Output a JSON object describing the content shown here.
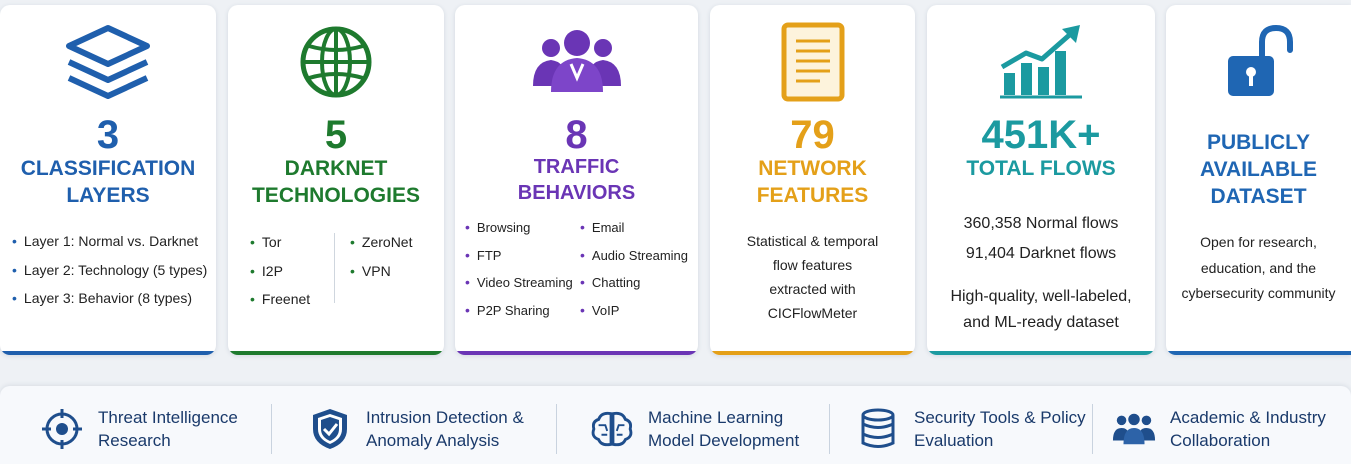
{
  "cards": [
    {
      "icon": "layers-icon",
      "value": "3",
      "caption": [
        "CLASSIFICATION",
        "LAYERS"
      ],
      "items": [
        "Layer 1: Normal vs. Darknet",
        "Layer 2: Technology (5 types)",
        "Layer 3: Behavior (8 types)"
      ],
      "color": "#1f5fad"
    },
    {
      "icon": "globe-icon",
      "value": "5",
      "caption": [
        "DARKNET",
        "TECHNOLOGIES"
      ],
      "items_left": [
        "Tor",
        "I2P",
        "Freenet"
      ],
      "items_right": [
        "ZeroNet",
        "VPN"
      ],
      "color": "#1e7a2e"
    },
    {
      "icon": "users-icon",
      "value": "8",
      "caption": [
        "TRAFFIC",
        "BEHAVIORS"
      ],
      "items_left": [
        "Browsing",
        "FTP",
        "Video Streaming",
        "P2P Sharing"
      ],
      "items_right": [
        "Email",
        "Audio Streaming",
        "Chatting",
        "VoIP"
      ],
      "color": "#6a35b5"
    },
    {
      "icon": "document-icon",
      "value": "79",
      "caption": [
        "NETWORK",
        "FEATURES"
      ],
      "desc": [
        "Statistical & temporal",
        "flow features",
        "extracted with",
        "CICFlowMeter"
      ],
      "color": "#e4a019"
    },
    {
      "icon": "growth-chart-icon",
      "value": "451K+",
      "caption": [
        "TOTAL FLOWS"
      ],
      "desc_top": [
        "360,358 Normal flows",
        "91,404 Darknet flows"
      ],
      "desc_bottom": [
        "High-quality, well-labeled,",
        "and ML-ready dataset"
      ],
      "color": "#1b9aa0"
    },
    {
      "icon": "unlock-icon",
      "caption": [
        "PUBLICLY",
        "AVAILABLE",
        "DATASET"
      ],
      "desc": [
        "Open for research,",
        "education, and the",
        "cybersecurity community"
      ],
      "color": "#1f66b3"
    }
  ],
  "use_cases": [
    {
      "icon": "target-icon",
      "lines": [
        "Threat Intelligence",
        "Research"
      ]
    },
    {
      "icon": "shield-check-icon",
      "lines": [
        "Intrusion Detection &",
        "Anomaly Analysis"
      ]
    },
    {
      "icon": "brain-icon",
      "lines": [
        "Machine Learning",
        "Model Development"
      ]
    },
    {
      "icon": "database-icon",
      "lines": [
        "Security Tools & Policy",
        "Evaluation"
      ]
    },
    {
      "icon": "team-icon",
      "lines": [
        "Academic & Industry",
        "Collaboration"
      ]
    }
  ],
  "colors": {
    "use_case_icon": "#1f4e8c",
    "use_case_text": "#1a3a6b"
  }
}
